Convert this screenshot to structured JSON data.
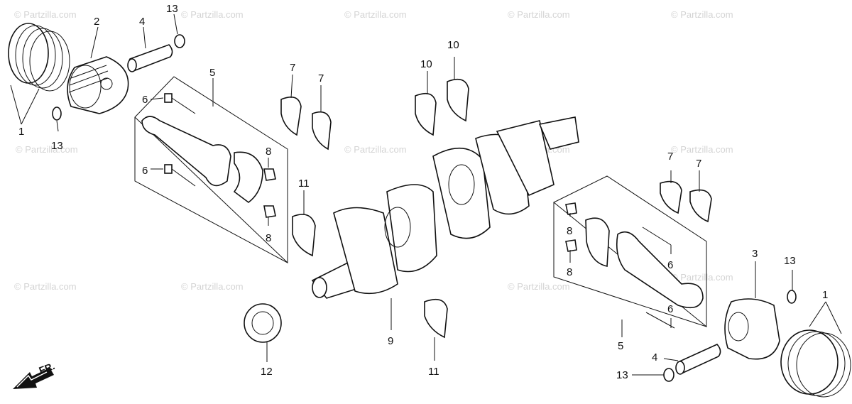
{
  "watermark": "© Partzilla.com",
  "direction_label": "FR.",
  "callouts": [
    {
      "id": "c1-left",
      "text": "1"
    },
    {
      "id": "c2",
      "text": "2"
    },
    {
      "id": "c4-top",
      "text": "4"
    },
    {
      "id": "c13-top",
      "text": "13"
    },
    {
      "id": "c13-left",
      "text": "13"
    },
    {
      "id": "c5-top",
      "text": "5"
    },
    {
      "id": "c6-a",
      "text": "6"
    },
    {
      "id": "c6-b",
      "text": "6"
    },
    {
      "id": "c8-a",
      "text": "8"
    },
    {
      "id": "c8-b",
      "text": "8"
    },
    {
      "id": "c7-a",
      "text": "7"
    },
    {
      "id": "c7-b",
      "text": "7"
    },
    {
      "id": "c11-top",
      "text": "11"
    },
    {
      "id": "c10-a",
      "text": "10"
    },
    {
      "id": "c10-b",
      "text": "10"
    },
    {
      "id": "c9",
      "text": "9"
    },
    {
      "id": "c12",
      "text": "12"
    },
    {
      "id": "c11-bottom",
      "text": "11"
    },
    {
      "id": "c7-c",
      "text": "7"
    },
    {
      "id": "c7-d",
      "text": "7"
    },
    {
      "id": "c8-c",
      "text": "8"
    },
    {
      "id": "c8-d",
      "text": "8"
    },
    {
      "id": "c6-c",
      "text": "6"
    },
    {
      "id": "c6-d",
      "text": "6"
    },
    {
      "id": "c5-bottom",
      "text": "5"
    },
    {
      "id": "c3",
      "text": "3"
    },
    {
      "id": "c13-right",
      "text": "13"
    },
    {
      "id": "c1-right",
      "text": "1"
    },
    {
      "id": "c4-bottom",
      "text": "4"
    },
    {
      "id": "c13-bottom",
      "text": "13"
    }
  ]
}
